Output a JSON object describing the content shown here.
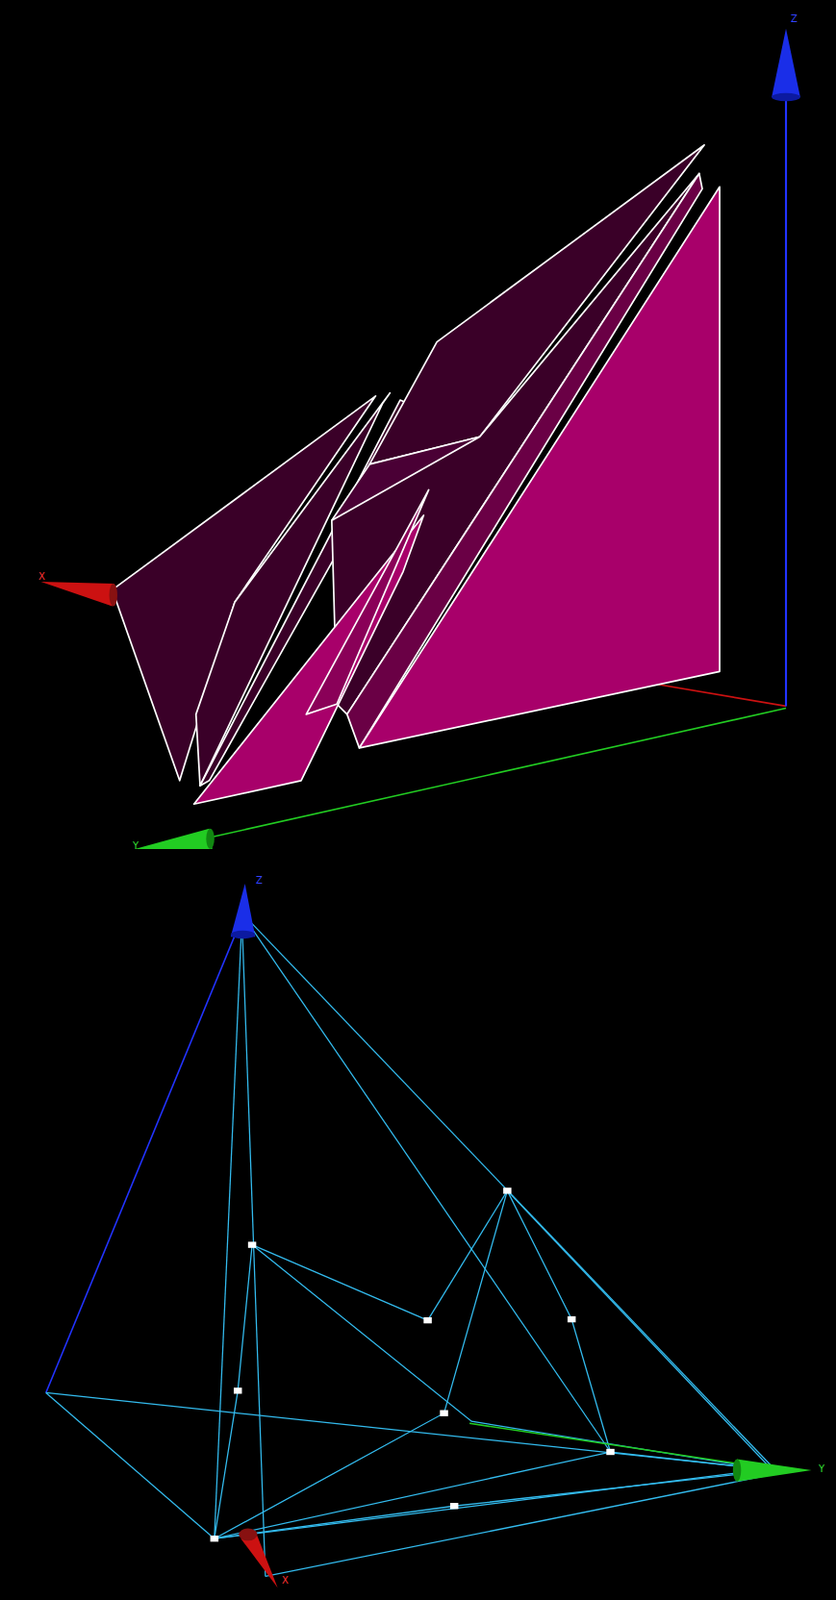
{
  "diagram": {
    "labels": [
      "Z",
      "X",
      "Y",
      "Z",
      "Y",
      "X"
    ]
  }
}
